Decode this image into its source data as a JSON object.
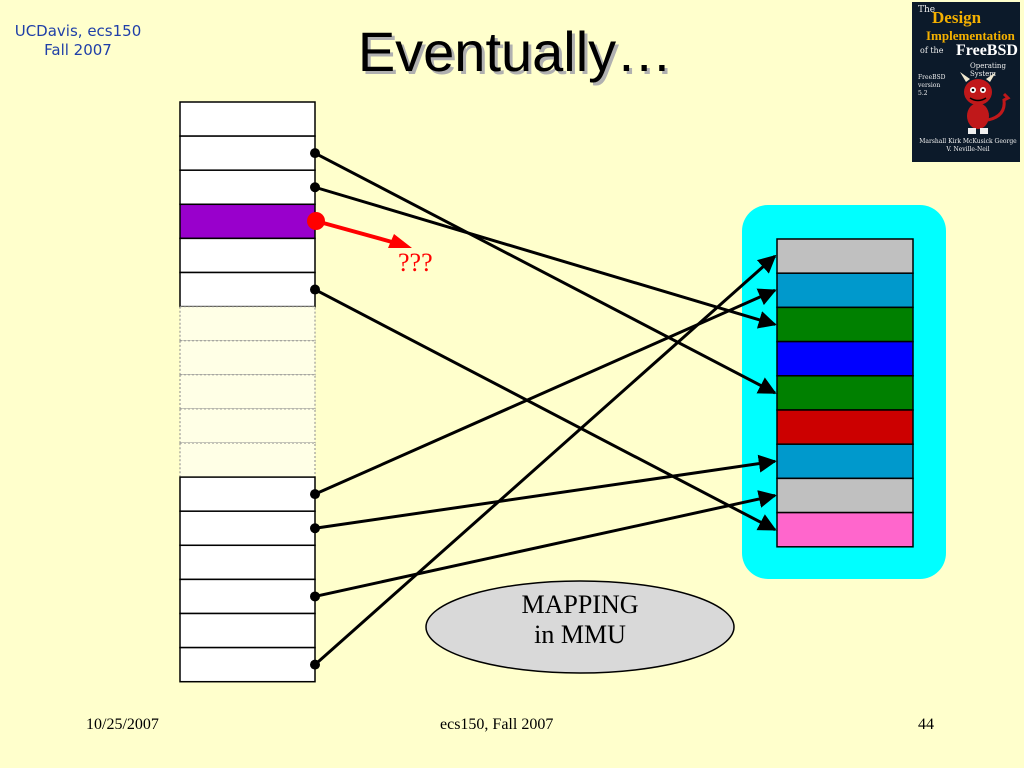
{
  "corner": {
    "line1": "UCDavis, ecs150",
    "line2": "Fall 2007"
  },
  "title": "Eventually…",
  "book": {
    "line1": "The",
    "line2": "Design",
    "line3": "Implementation",
    "line4": "of the",
    "line5": "FreeBSD",
    "line6": "Operating System",
    "badge": "FreeBSD version 5.2",
    "authors": "Marshall Kirk McKusick George V. Neville-Neil"
  },
  "annotation": "???",
  "mapping_label": {
    "line1": "MAPPING",
    "line2": "in MMU"
  },
  "footer": {
    "date": "10/25/2007",
    "course": "ecs150, Fall 2007",
    "page": "44"
  },
  "colors": {
    "background": "#ffffcc",
    "accent_purple": "#9900cc",
    "arrow_red": "#ff0000",
    "memory_container": "#00ffff",
    "frame_gray": "#c0c0c0",
    "frame_teal": "#0099cc",
    "frame_green": "#008000",
    "frame_blue": "#0000ff",
    "frame_red": "#cc0000",
    "frame_pink": "#ff66cc",
    "oval_fill": "#d9d9d9"
  },
  "diagram": {
    "virtual_pages": [
      {
        "state": "mapped"
      },
      {
        "state": "mapped"
      },
      {
        "state": "mapped"
      },
      {
        "state": "faulting"
      },
      {
        "state": "mapped"
      },
      {
        "state": "mapped"
      },
      {
        "state": "unused"
      },
      {
        "state": "unused"
      },
      {
        "state": "unused"
      },
      {
        "state": "unused"
      },
      {
        "state": "unused"
      },
      {
        "state": "mapped"
      },
      {
        "state": "mapped"
      },
      {
        "state": "mapped"
      },
      {
        "state": "mapped"
      },
      {
        "state": "mapped"
      },
      {
        "state": "mapped"
      }
    ],
    "physical_frames": [
      "gray",
      "teal",
      "green",
      "blue",
      "green",
      "red",
      "teal",
      "gray",
      "pink"
    ],
    "mappings": [
      {
        "from": 1,
        "to": 4
      },
      {
        "from": 2,
        "to": 2
      },
      {
        "from": 5,
        "to": 8
      },
      {
        "from": 11,
        "to": 1
      },
      {
        "from": 12,
        "to": 6
      },
      {
        "from": 14,
        "to": 7
      },
      {
        "from": 16,
        "to": 0
      }
    ]
  }
}
